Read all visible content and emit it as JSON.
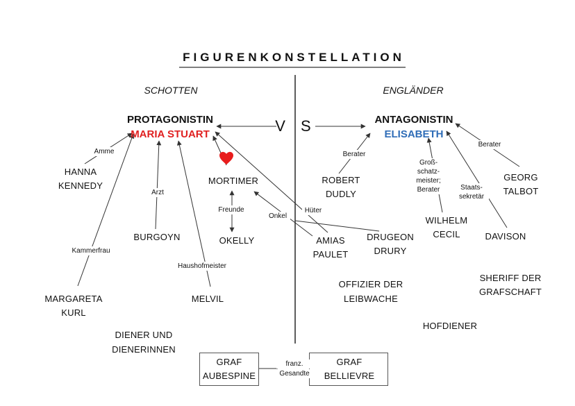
{
  "title": "FIGURENKONSTELLATION",
  "sides": {
    "left": "SCHOTTEN",
    "right": "ENGLÄNDER"
  },
  "vs": "V S",
  "protagonist": {
    "role": "PROTAGONISTIN",
    "name": "MARIA STUART",
    "color": "#e02020"
  },
  "antagonist": {
    "role": "ANTAGONISTIN",
    "name": "ELISABETH",
    "color": "#2f6db7"
  },
  "scots": {
    "hanna": [
      "HANNA",
      "KENNEDY"
    ],
    "burgoyn": "BURGOYN",
    "margareta": [
      "MARGARETA",
      "KURL"
    ],
    "melvil": "MELVIL",
    "mortimer": "MORTIMER",
    "okelly": "OKELLY",
    "diener": [
      "DIENER UND",
      "DIENERINNEN"
    ]
  },
  "english": {
    "amias": [
      "AMIAS",
      "PAULET"
    ],
    "drugeon": [
      "DRUGEON",
      "DRURY"
    ],
    "robert": [
      "ROBERT",
      "DUDLY"
    ],
    "wilhelm": [
      "WILHELM",
      "CECIL"
    ],
    "georg": [
      "GEORG",
      "TALBOT"
    ],
    "davison": "DAVISON",
    "offizier": [
      "OFFIZIER DER",
      "LEIBWACHE"
    ],
    "sheriff": [
      "SHERIFF DER",
      "GRAFSCHAFT"
    ],
    "hofdiener": "HOFDIENER"
  },
  "relations": {
    "amme": "Amme",
    "arzt": "Arzt",
    "kammerfrau": "Kammerfrau",
    "haushofmeister": "Haushofmeister",
    "freunde": "Freunde",
    "onkel": "Onkel",
    "hueter": "Hüter",
    "berater_robert": "Berater",
    "berater_georg": "Berater",
    "cecil": [
      "Groß-",
      "schatz-",
      "meister;",
      "Berater"
    ],
    "staatssekretaer": [
      "Staats-",
      "sekretär"
    ]
  },
  "bottom": {
    "graf_aubespine": [
      "GRAF",
      "AUBESPINE"
    ],
    "graf_bellievre": [
      "GRAF",
      "BELLIEVRE"
    ],
    "gesandte": [
      "franz.",
      "Gesandte"
    ]
  },
  "icons": {
    "heart": "heart-icon"
  },
  "colors": {
    "line": "#333333",
    "heart": "#e81c1c"
  }
}
